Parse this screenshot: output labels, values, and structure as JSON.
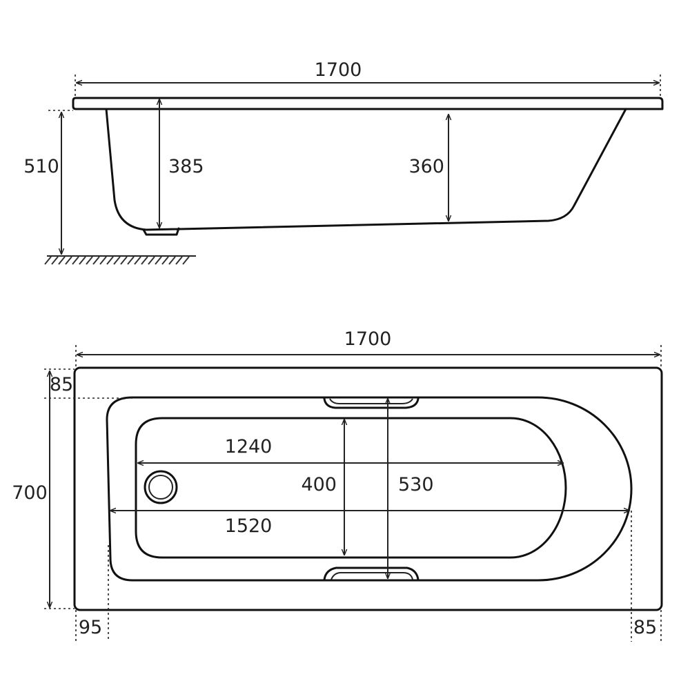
{
  "side_view": {
    "overall_length": "1700",
    "total_height": "510",
    "depth_head_end": "385",
    "depth_foot_end": "360"
  },
  "top_view": {
    "overall_length": "1700",
    "overall_width": "700",
    "rim_top": "85",
    "rim_left": "95",
    "rim_right": "85",
    "basin_length": "1240",
    "interior_length": "1520",
    "basin_width": "400",
    "interior_width": "530"
  },
  "colors": {
    "line": "#111111",
    "background": "#ffffff"
  }
}
